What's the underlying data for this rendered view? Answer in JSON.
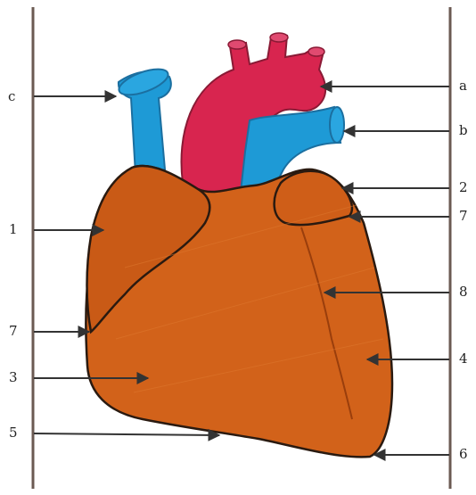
{
  "diagram": {
    "labels_left": [
      "c",
      "1",
      "7",
      "3",
      "5"
    ],
    "labels_right": [
      "a",
      "b",
      "2",
      "7",
      "8",
      "4",
      "6"
    ]
  },
  "colors": {
    "ventricle": "#d2621a",
    "ventricle_shade": "#b84a12",
    "aorta": "#d8254f",
    "vein": "#1e9ad6",
    "outline": "#2a1a10",
    "frame": "#6b5a52",
    "arrow": "#333333"
  }
}
